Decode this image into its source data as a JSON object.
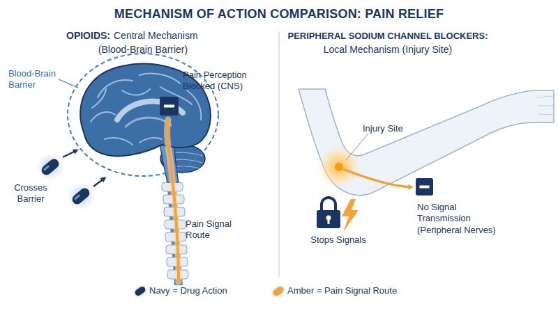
{
  "diagram": {
    "title": "MECHANISM OF ACTION COMPARISON: PAIN RELIEF",
    "labels": [
      "OPIOIDS:",
      "Central Mechanism",
      "(Blood-Brain Barrier)",
      "PERIPHERAL SODIUM CHANNEL BLOCKERS:",
      "Local Mechanism (Injury Site)",
      "Blood-Brain Barrier",
      "Pain Perception Blocked (CNS)",
      "Crosses Barrier",
      "Pain Signal Route",
      "Injury Site",
      "No Signal Transmission (Peripheral Nerves)",
      "Stops Signals"
    ],
    "legend": [
      {
        "text": "Navy = Drug Action",
        "color": "#1c3560"
      },
      {
        "text": "Amber = Pain Signal Route",
        "color": "#f2a33a"
      }
    ]
  }
}
